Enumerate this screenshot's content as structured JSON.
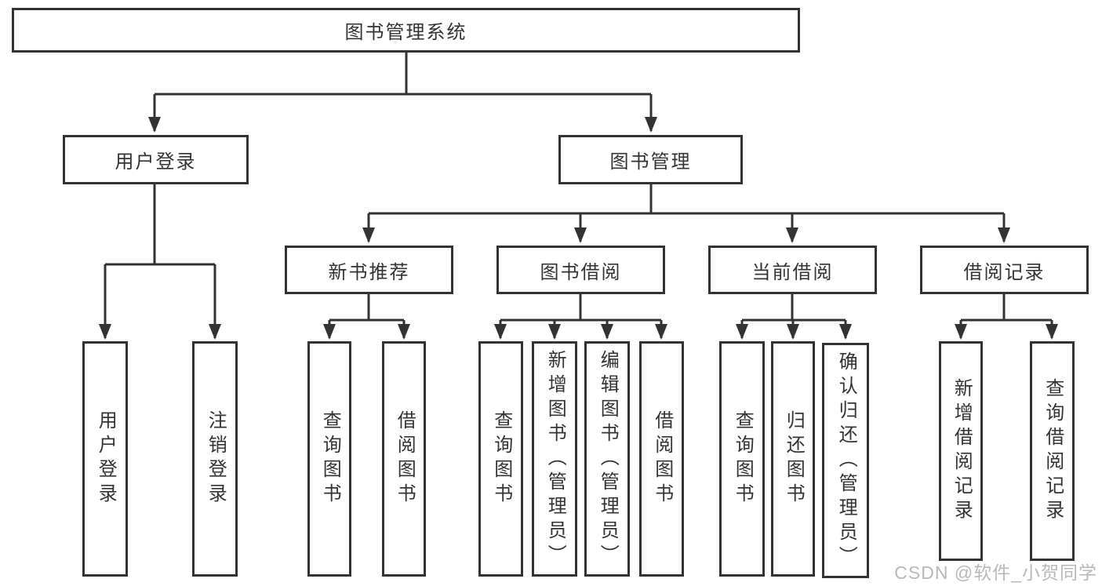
{
  "tree": {
    "root_label": "图书管理系统",
    "branches": [
      {
        "label": "用户登录",
        "leaves": [
          "用户登录",
          "注销登录"
        ]
      },
      {
        "label": "图书管理",
        "groups": [
          {
            "label": "新书推荐",
            "leaves": [
              "查询图书",
              "借阅图书"
            ]
          },
          {
            "label": "图书借阅",
            "leaves": [
              "查询图书",
              "新增图书（管理员）",
              "编辑图书（管理员）",
              "借阅图书"
            ]
          },
          {
            "label": "当前借阅",
            "leaves": [
              "查询图书",
              "归还图书",
              "确认归还（管理员）"
            ]
          },
          {
            "label": "借阅记录",
            "leaves": [
              "新增借阅记录",
              "查询借阅记录"
            ]
          }
        ]
      }
    ]
  },
  "watermark": "CSDN @软件_小贺同学",
  "colors": {
    "line": "#333333",
    "text": "#333333",
    "background": "#ffffff",
    "watermark": "#7d7d7d"
  }
}
